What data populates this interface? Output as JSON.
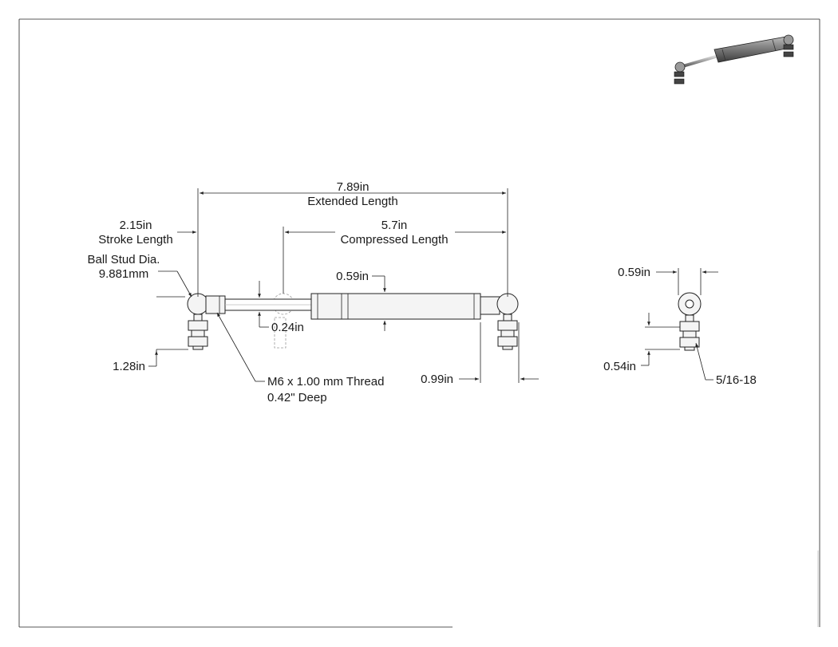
{
  "drawing": {
    "extended_length": {
      "value": "7.89in",
      "label": "Extended Length"
    },
    "compressed_length": {
      "value": "5.7in",
      "label": "Compressed Length"
    },
    "stroke_length": {
      "value": "2.15in",
      "label": "Stroke Length"
    },
    "ball_stud": {
      "label": "Ball Stud Dia.",
      "value": "9.881mm"
    },
    "body_diameter": "0.59in",
    "rod_diameter": "0.24in",
    "stud_height": "1.28in",
    "thread": {
      "line1": "M6 x 1.00 mm Thread",
      "line2": "0.42\" Deep"
    },
    "end_fitting_length": "0.99in",
    "side_view": {
      "width": "0.59in",
      "height": "0.54in",
      "thread": "5/16-18"
    }
  }
}
